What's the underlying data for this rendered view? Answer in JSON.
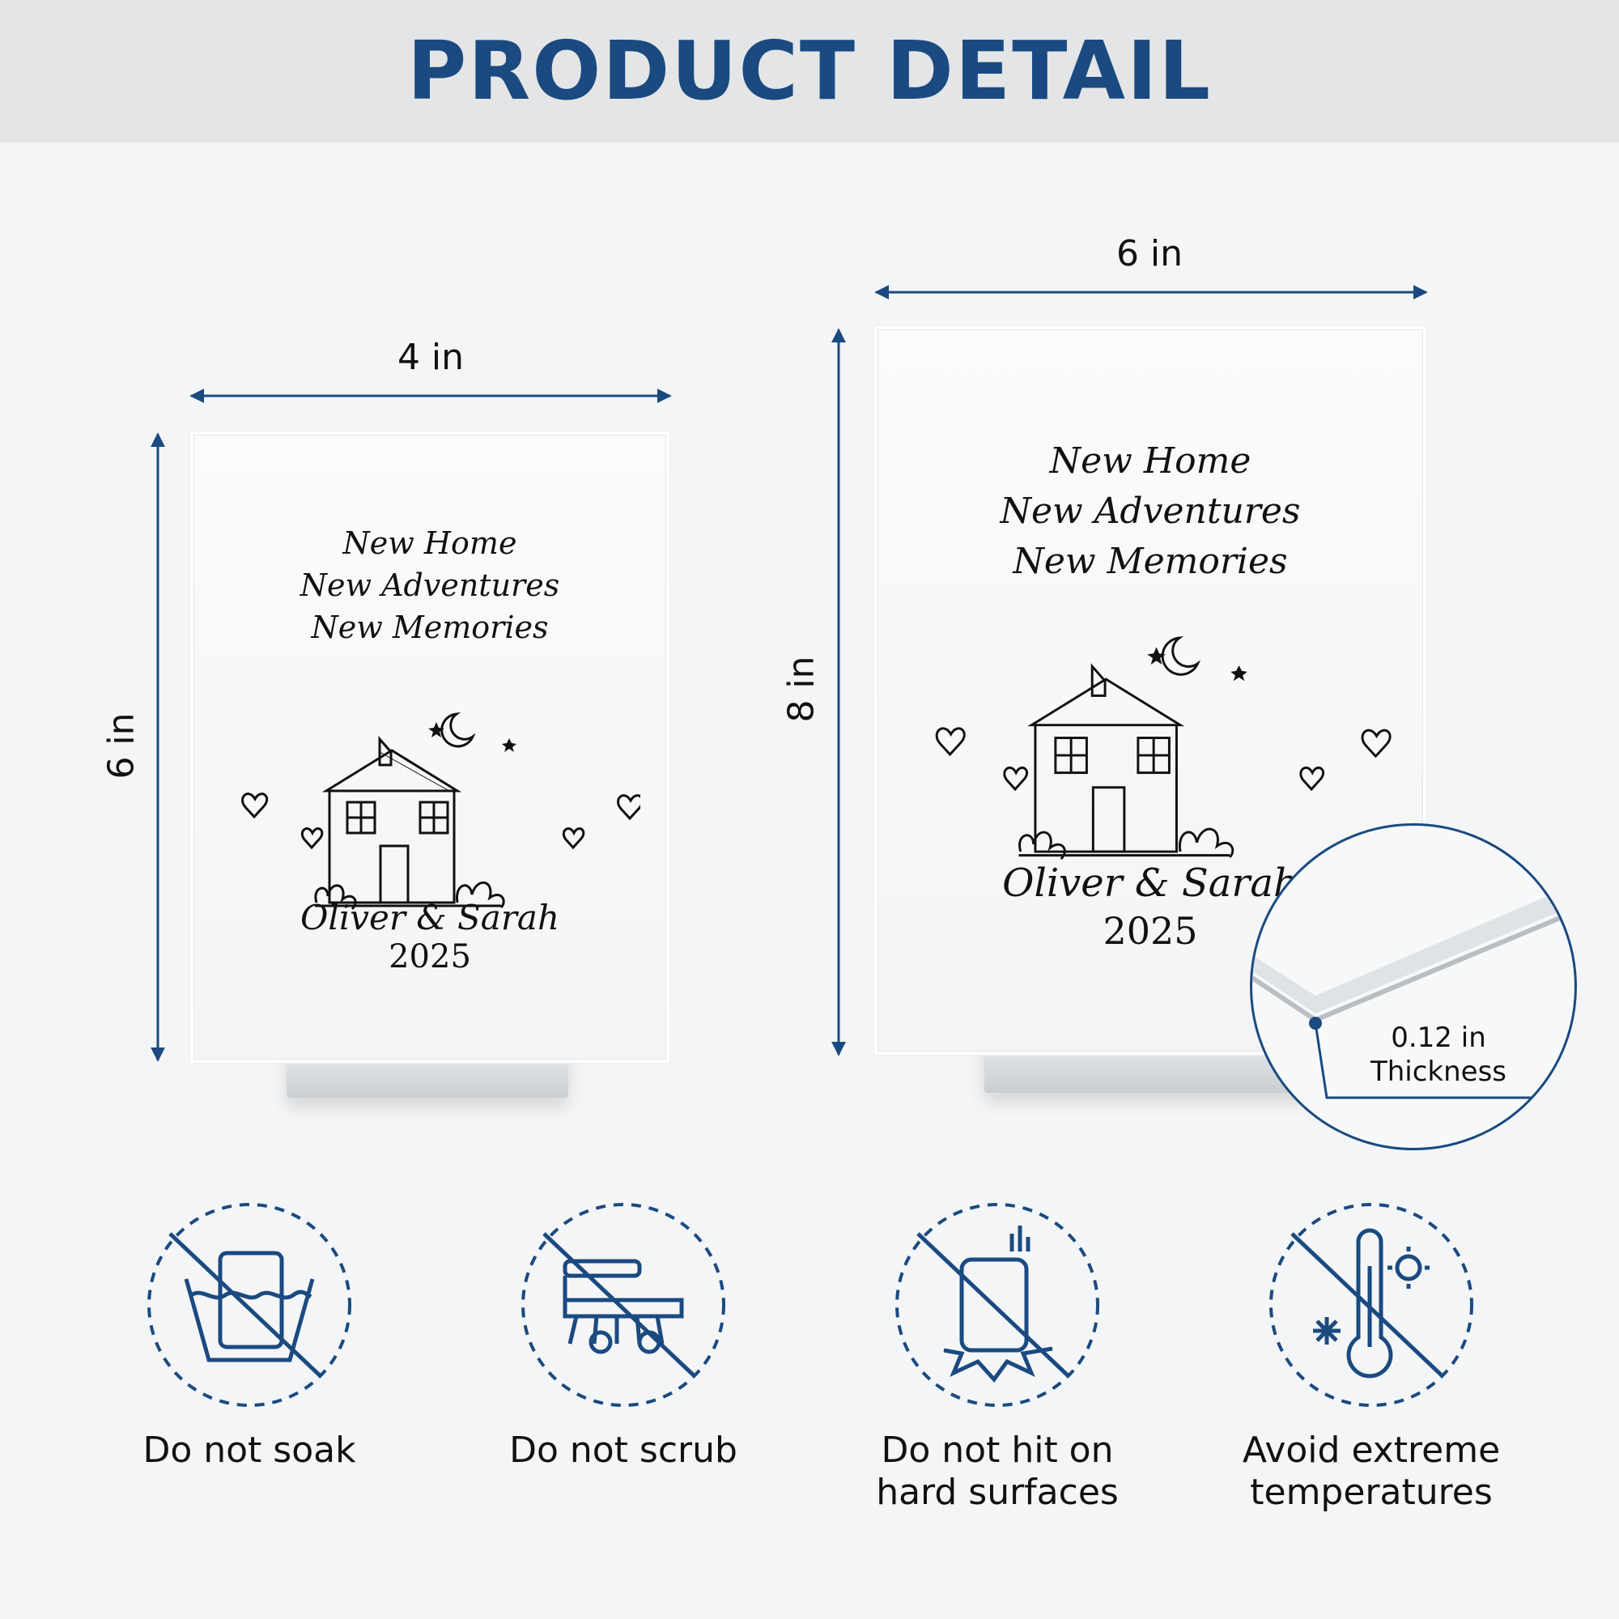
{
  "header": {
    "title": "PRODUCT DETAIL"
  },
  "small_plaque": {
    "width_label": "4 in",
    "height_label": "6 in",
    "lines": [
      "New Home",
      "New Adventures",
      "New Memories"
    ],
    "names": "Oliver & Sarah",
    "year": "2025"
  },
  "large_plaque": {
    "width_label": "6 in",
    "height_label": "8 in",
    "lines": [
      "New Home",
      "New Adventures",
      "New Memories"
    ],
    "names": "Oliver & Sarah",
    "year": "2025"
  },
  "thickness": {
    "value": "0.12 in",
    "label": "Thickness"
  },
  "care": [
    {
      "icon": "no-soak-icon",
      "label_1": "Do not soak",
      "label_2": ""
    },
    {
      "icon": "no-scrub-icon",
      "label_1": "Do not scrub",
      "label_2": ""
    },
    {
      "icon": "no-impact-icon",
      "label_1": "Do not hit on",
      "label_2": "hard surfaces"
    },
    {
      "icon": "no-extreme-temperature-icon",
      "label_1": "Avoid extreme",
      "label_2": "temperatures"
    }
  ],
  "colors": {
    "accent": "#1a4a80",
    "background": "#f4f5f6",
    "header_bg": "#e4e5e7"
  }
}
